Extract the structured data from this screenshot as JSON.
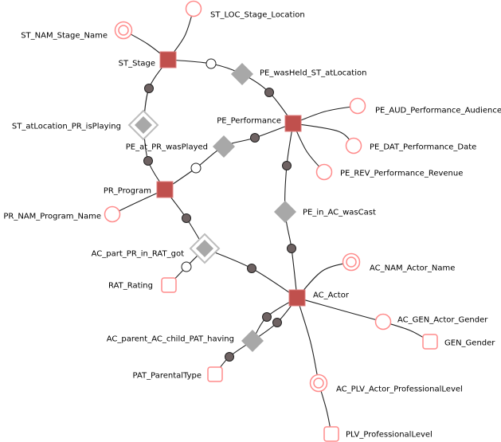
{
  "colors": {
    "anchor": "#c0504d",
    "attribute_stroke": "#ff8c8c",
    "tie": "#a8a8a8",
    "tie_stroke": "#bdbdbd",
    "connector_dark": "#6e6262",
    "connector_light": "#ffffff",
    "edge": "#222222"
  },
  "nodes": [
    {
      "id": "ST",
      "label": "ST_Stage",
      "type": "anchor"
    },
    {
      "id": "PE",
      "label": "PE_Performance",
      "type": "anchor"
    },
    {
      "id": "PR",
      "label": "PR_Program",
      "type": "anchor"
    },
    {
      "id": "AC",
      "label": "AC_Actor",
      "type": "anchor"
    },
    {
      "id": "ST_NAM",
      "label": "ST_NAM_Stage_Name",
      "type": "historized-attribute"
    },
    {
      "id": "ST_LOC",
      "label": "ST_LOC_Stage_Location",
      "type": "attribute"
    },
    {
      "id": "PE_AUD",
      "label": "PE_AUD_Performance_Audience",
      "type": "attribute"
    },
    {
      "id": "PE_DAT",
      "label": "PE_DAT_Performance_Date",
      "type": "attribute"
    },
    {
      "id": "PE_REV",
      "label": "PE_REV_Performance_Revenue",
      "type": "attribute"
    },
    {
      "id": "PR_NAM",
      "label": "PR_NAM_Program_Name",
      "type": "attribute"
    },
    {
      "id": "AC_NAM",
      "label": "AC_NAM_Actor_Name",
      "type": "historized-attribute"
    },
    {
      "id": "AC_GEN",
      "label": "AC_GEN_Actor_Gender",
      "type": "attribute"
    },
    {
      "id": "AC_PLV",
      "label": "AC_PLV_Actor_ProfessionalLevel",
      "type": "historized-attribute"
    },
    {
      "id": "GEN",
      "label": "GEN_Gender",
      "type": "knot"
    },
    {
      "id": "PLV",
      "label": "PLV_ProfessionalLevel",
      "type": "knot"
    },
    {
      "id": "RAT",
      "label": "RAT_Rating",
      "type": "knot"
    },
    {
      "id": "PAT",
      "label": "PAT_ParentalType",
      "type": "knot"
    },
    {
      "id": "T_wasHeld",
      "label": "PE_wasHeld_ST_atLocation",
      "type": "tie"
    },
    {
      "id": "T_isPlaying",
      "label": "ST_atLocation_PR_isPlaying",
      "type": "historized-tie"
    },
    {
      "id": "T_wasPlayed",
      "label": "PE_at_PR_wasPlayed",
      "type": "tie"
    },
    {
      "id": "T_wasCast",
      "label": "PE_in_AC_wasCast",
      "type": "tie"
    },
    {
      "id": "T_got",
      "label": "AC_part_PR_in_RAT_got",
      "type": "historized-tie"
    },
    {
      "id": "T_having",
      "label": "AC_parent_AC_child_PAT_having",
      "type": "tie"
    }
  ]
}
